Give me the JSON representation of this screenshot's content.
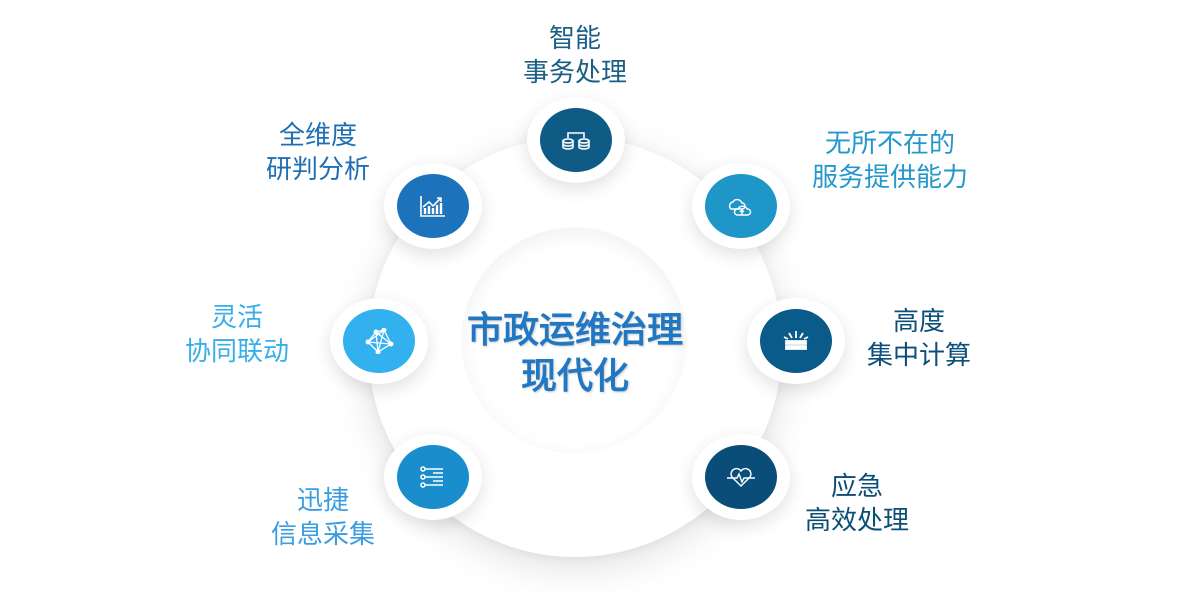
{
  "center": {
    "line1": "市政运维治理",
    "line2": "现代化"
  },
  "nodes": [
    {
      "id": "top",
      "line1": "智能",
      "line2": "事务处理",
      "icon": "database-transfer-icon",
      "color": "#0e5c86",
      "label_color": "#1a5f84"
    },
    {
      "id": "top-right",
      "line1": "无所不在的",
      "line2": "服务提供能力",
      "icon": "cloud-icon",
      "color": "#1e96c8",
      "label_color": "#2497cc"
    },
    {
      "id": "right",
      "line1": "高度",
      "line2": "集中计算",
      "icon": "database-burst-icon",
      "color": "#0a5a8a",
      "label_color": "#0b4f7a"
    },
    {
      "id": "bottom-right",
      "line1": "应急",
      "line2": "高效处理",
      "icon": "heartbeat-icon",
      "color": "#0a4d78",
      "label_color": "#0a4d75"
    },
    {
      "id": "bottom-left",
      "line1": "迅捷",
      "line2": "信息采集",
      "icon": "list-nodes-icon",
      "color": "#1a8dcc",
      "label_color": "#3a9de0"
    },
    {
      "id": "left",
      "line1": "灵活",
      "line2": "协同联动",
      "icon": "network-icon",
      "color": "#33b0ee",
      "label_color": "#37aee8"
    },
    {
      "id": "top-left",
      "line1": "全维度",
      "line2": "研判分析",
      "icon": "bar-chart-trend-icon",
      "color": "#1d72bc",
      "label_color": "#1e6fb4"
    }
  ]
}
